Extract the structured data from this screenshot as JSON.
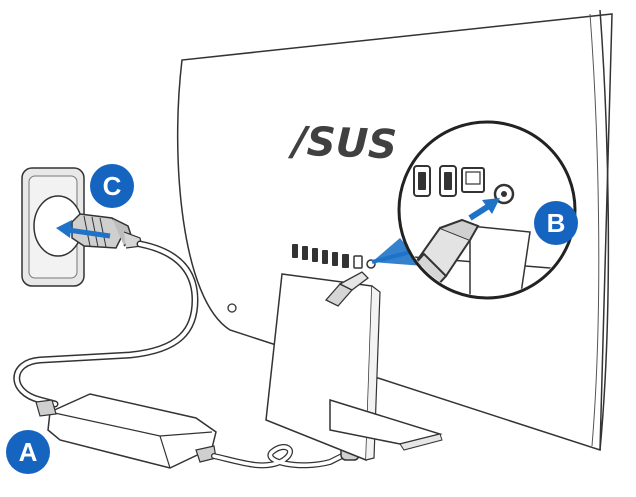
{
  "brand": {
    "logo_text": "/SUS"
  },
  "callouts": [
    {
      "letter": "A",
      "color": "#1565c0"
    },
    {
      "letter": "B",
      "color": "#1565c0"
    },
    {
      "letter": "C",
      "color": "#1565c0"
    }
  ],
  "colors": {
    "line": "#333333",
    "arrow": "#1e73c9",
    "badge": "#1565c0",
    "outlet": "#e8e8e8"
  },
  "icons": [
    "monitor-back-icon",
    "wall-outlet-icon",
    "power-adapter-icon",
    "dc-plug-icon",
    "power-plug-icon",
    "arrow-icon",
    "magnifier-callout-icon"
  ]
}
